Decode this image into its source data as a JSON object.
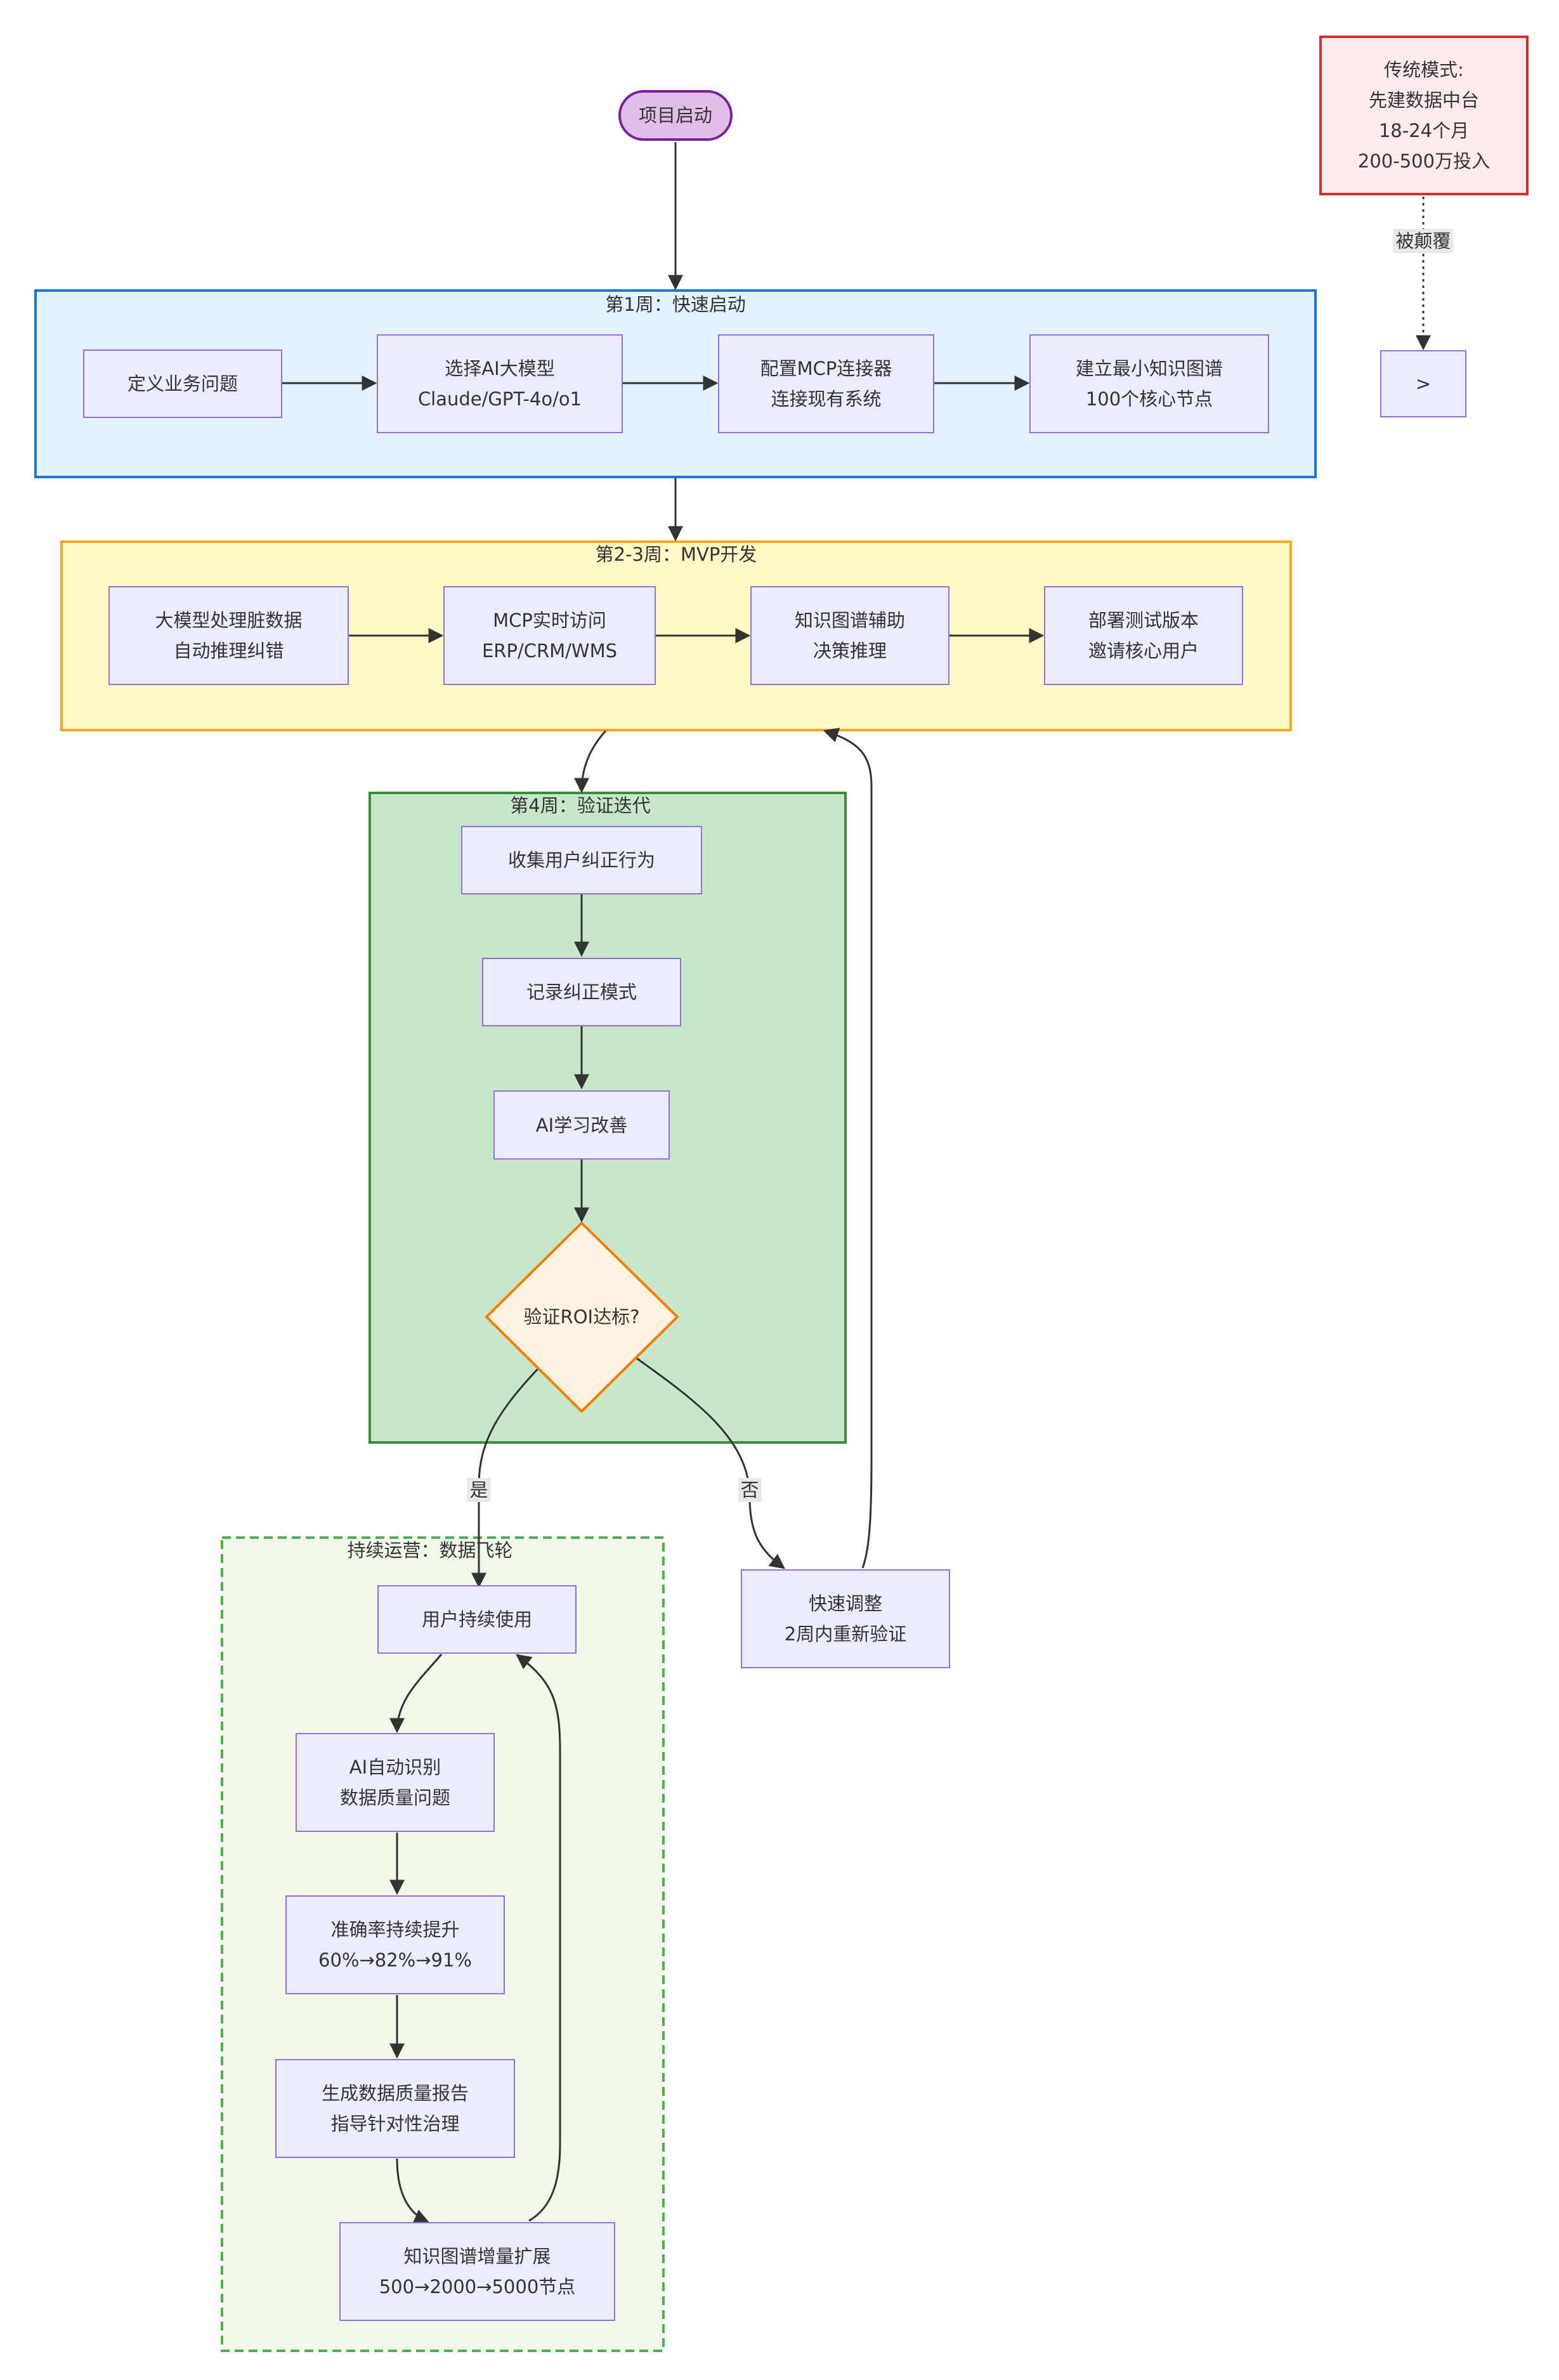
{
  "start": {
    "label": "项目启动"
  },
  "traditional": {
    "lines": [
      "传统模式:",
      "先建数据中台",
      "18-24个月",
      "200-500万投入"
    ],
    "edge_label": "被颠覆",
    "target_label": ">"
  },
  "week1": {
    "title": "第1周：快速启动",
    "nodes": [
      {
        "lines": [
          "定义业务问题"
        ]
      },
      {
        "lines": [
          "选择AI大模型",
          "Claude/GPT-4o/o1"
        ]
      },
      {
        "lines": [
          "配置MCP连接器",
          "连接现有系统"
        ]
      },
      {
        "lines": [
          "建立最小知识图谱",
          "100个核心节点"
        ]
      }
    ]
  },
  "week2_3": {
    "title": "第2-3周：MVP开发",
    "nodes": [
      {
        "lines": [
          "大模型处理脏数据",
          "自动推理纠错"
        ]
      },
      {
        "lines": [
          "MCP实时访问",
          "ERP/CRM/WMS"
        ]
      },
      {
        "lines": [
          "知识图谱辅助",
          "决策推理"
        ]
      },
      {
        "lines": [
          "部署测试版本",
          "邀请核心用户"
        ]
      }
    ]
  },
  "week4": {
    "title": "第4周：验证迭代",
    "nodes": [
      {
        "lines": [
          "收集用户纠正行为"
        ]
      },
      {
        "lines": [
          "记录纠正模式"
        ]
      },
      {
        "lines": [
          "AI学习改善"
        ]
      }
    ],
    "decision": "验证ROI达标?"
  },
  "edges": {
    "yes": "是",
    "no": "否"
  },
  "adjust": {
    "lines": [
      "快速调整",
      "2周内重新验证"
    ]
  },
  "flywheel": {
    "title": "持续运营：数据飞轮",
    "nodes": [
      {
        "lines": [
          "用户持续使用"
        ]
      },
      {
        "lines": [
          "AI自动识别",
          "数据质量问题"
        ]
      },
      {
        "lines": [
          "准确率持续提升",
          "60%→82%→91%"
        ]
      },
      {
        "lines": [
          "生成数据质量报告",
          "指导针对性治理"
        ]
      },
      {
        "lines": [
          "知识图谱增量扩展",
          "500→2000→5000节点"
        ]
      }
    ]
  },
  "colors": {
    "node_fill": "#ECECFF",
    "node_border": "#9370DB",
    "week1_fill": "#E3F2FD",
    "week1_border": "#1976D2",
    "week2_fill": "#FFF9C4",
    "week2_border": "#F9A825",
    "week4_fill": "#C8E6C9",
    "week4_border": "#388E3C",
    "flywheel_fill": "#F1F8E9",
    "flywheel_border": "#4CAF50",
    "decision_fill": "#FFF3E0",
    "decision_border": "#F57C00",
    "start_fill": "#E1BEE7",
    "start_border": "#7B1FA2",
    "trad_fill": "#FFEBEE",
    "trad_border": "#D32F2F"
  }
}
